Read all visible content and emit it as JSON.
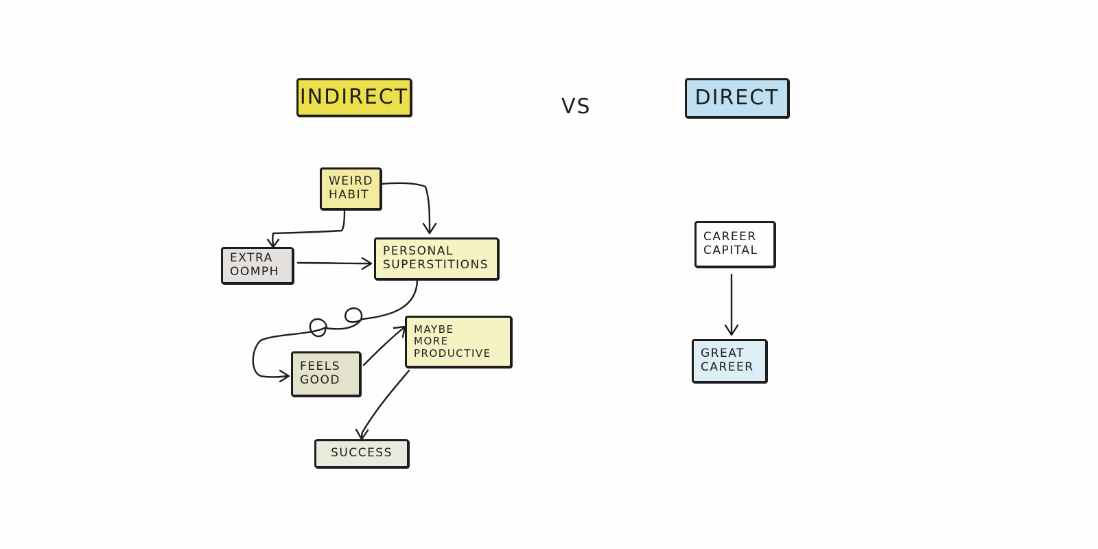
{
  "titles": {
    "indirect": "INDIRECT",
    "vs": "VS",
    "direct": "DIRECT"
  },
  "indirect_nodes": {
    "weird_habit": "WEIRD\nHABIT",
    "extra_oomph": "EXTRA\nOOMPH",
    "personal_superstitions": "PERSONAL\nSUPERSTITIONS",
    "feels_good": "FEELS\nGOOD",
    "maybe_more_productive": "MAYBE\nMORE\nPRODUCTIVE",
    "success": "SUCCESS"
  },
  "direct_nodes": {
    "career_capital": "CAREER\nCAPITAL",
    "great_career": "GREAT\nCAREER"
  },
  "colors": {
    "ink": "#1d1d1d",
    "indirect_yellow": "#ece04a",
    "direct_blue": "#bfe0f2",
    "node_yellow": "#f3eca0",
    "node_pale_yellow": "#f5f2c4",
    "node_grey": "#e4e0dd",
    "node_olive": "#e3e3cc",
    "node_pale_green": "#e8eadb",
    "node_white": "#fdfdfb",
    "node_light_blue": "#ddeef6"
  },
  "edges": [
    {
      "from": "weird_habit",
      "to": "personal_superstitions"
    },
    {
      "from": "weird_habit",
      "to": "extra_oomph"
    },
    {
      "from": "extra_oomph",
      "to": "personal_superstitions"
    },
    {
      "from": "personal_superstitions",
      "to": "feels_good"
    },
    {
      "from": "feels_good",
      "to": "maybe_more_productive"
    },
    {
      "from": "maybe_more_productive",
      "to": "success"
    },
    {
      "from": "career_capital",
      "to": "great_career"
    }
  ]
}
